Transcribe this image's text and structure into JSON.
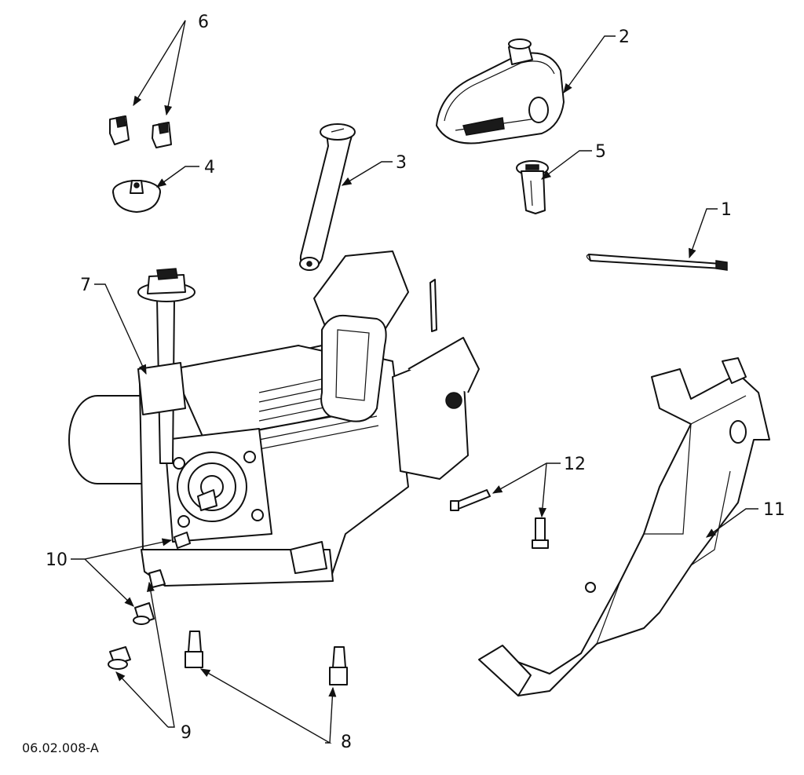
{
  "diagram": {
    "document_id": "06.02.008-A",
    "callouts": [
      {
        "id": "c1",
        "label": "1"
      },
      {
        "id": "c2",
        "label": "2"
      },
      {
        "id": "c3",
        "label": "3"
      },
      {
        "id": "c4",
        "label": "4"
      },
      {
        "id": "c5",
        "label": "5"
      },
      {
        "id": "c6",
        "label": "6"
      },
      {
        "id": "c7",
        "label": "7"
      },
      {
        "id": "c8",
        "label": "8"
      },
      {
        "id": "c9",
        "label": "9"
      },
      {
        "id": "c10",
        "label": "10"
      },
      {
        "id": "c11",
        "label": "11"
      },
      {
        "id": "c12",
        "label": "12"
      }
    ]
  }
}
